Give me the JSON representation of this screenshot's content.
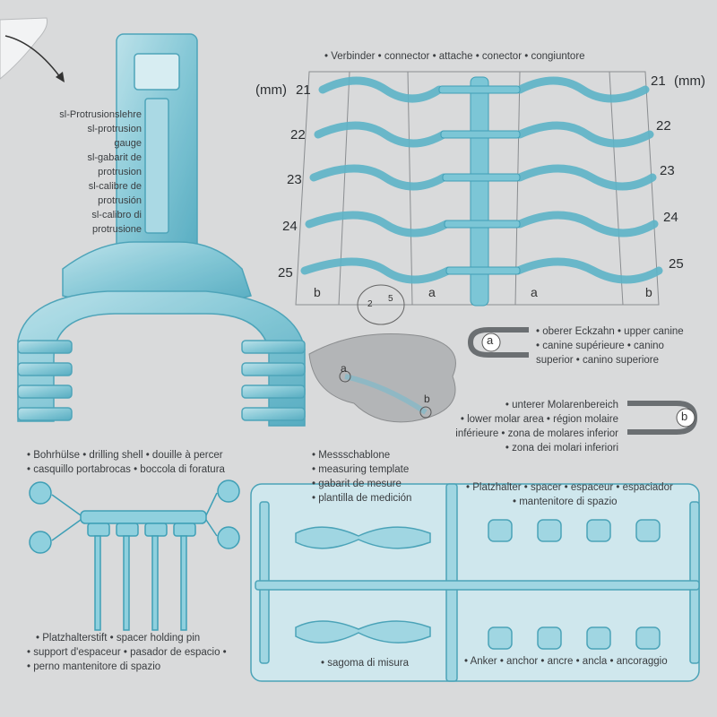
{
  "colors": {
    "background": "#d9dadb",
    "plastic": "#7cc6d6",
    "plastic_dark": "#3f9fb6",
    "plastic_light": "#bfe6ef",
    "text": "#3a3d40"
  },
  "protrusion_gauge": {
    "labels": [
      "sl-Protrusionslehre",
      "sl-protrusion",
      "gauge",
      "sl-gabarit de",
      "protrusion",
      "sl-calibre de",
      "protrusión",
      "sl-calibro di",
      "protrusione"
    ]
  },
  "connector": {
    "heading": "• Verbinder • connector • attache • conector • congiuntore",
    "unit_left": "(mm)",
    "unit_right": "(mm)",
    "sizes": [
      "21",
      "22",
      "23",
      "24",
      "25"
    ],
    "column_letters": [
      "b",
      "a",
      "a",
      "b"
    ],
    "mini_numbers": [
      "2",
      "5"
    ]
  },
  "legend": {
    "upper_letter": "a",
    "upper_canine": [
      "• oberer Eckzahn • upper canine",
      "• canine supérieure • canino",
      "superior • canino superiore"
    ],
    "lower_letter": "b",
    "lower_molar": [
      "• unterer Molarenbereich",
      "• lower molar area • région molaire",
      "inférieure • zona de molares inferior",
      "• zona dei molari inferiori"
    ],
    "scan_letter_a": "a",
    "scan_letter_b": "b"
  },
  "drilling_shell": {
    "labels": [
      "• Bohrhülse • drilling shell • douille à percer",
      "• casquillo portabrocas • boccola di foratura"
    ]
  },
  "spacer_holding_pin": {
    "labels": [
      "• Platzhalterstift • spacer holding pin",
      "• support d'espaceur • pasador de espacio •",
      "• perno mantenitore di spazio"
    ]
  },
  "measuring_template": {
    "labels": [
      "• Messschablone",
      "• measuring template",
      "• gabarit de mesure",
      "• plantilla de medición"
    ],
    "bottom_label": "• sagoma di misura"
  },
  "spacer": {
    "labels": [
      "• Platzhalter • spacer • espaceur • espaciador",
      "• mantenitore di spazio"
    ]
  },
  "anchor": {
    "label": "• Anker • anchor • ancre • ancla • ancoraggio"
  }
}
